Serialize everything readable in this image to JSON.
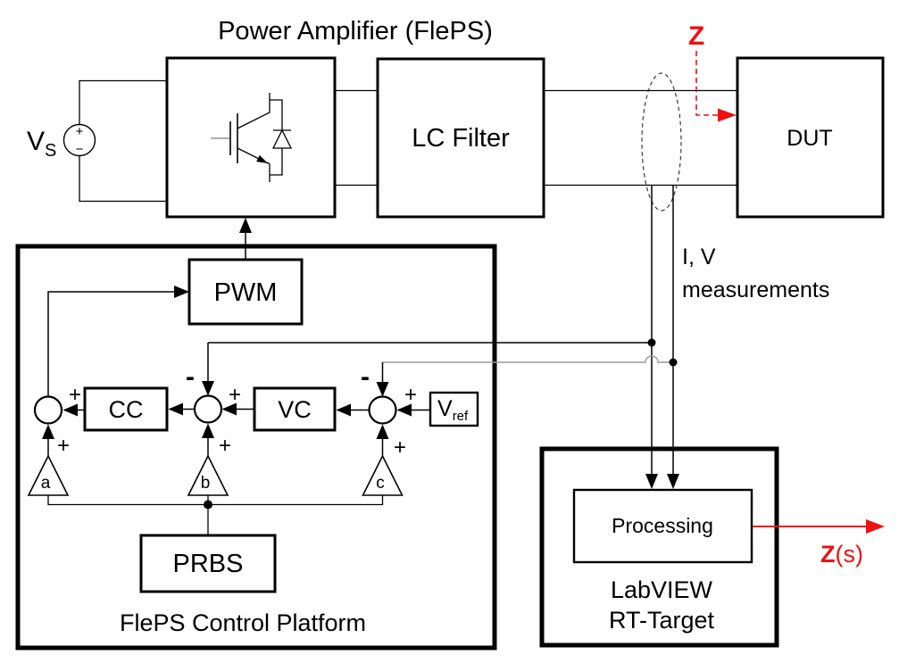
{
  "title": "Power Amplifier (FlePS)",
  "colors": {
    "accent_red": "#ee1111",
    "wire_gray": "#9a9a9a",
    "line_black": "#000000"
  },
  "source": {
    "name": "V",
    "sub": "S",
    "plus": "+",
    "minus": "−"
  },
  "blocks": {
    "lc_filter": "LC Filter",
    "dut": "DUT",
    "pwm": "PWM",
    "cc": "CC",
    "vc": "VC",
    "vref_name": "V",
    "vref_sub": "ref",
    "prbs": "PRBS",
    "processing": "Processing"
  },
  "containers": {
    "control_platform": "FlePS Control Platform",
    "labview_line1": "LabVIEW",
    "labview_line2": "RT-Target"
  },
  "gains": {
    "a": "a",
    "b": "b",
    "c": "c"
  },
  "signs": {
    "plus": "+",
    "minus": "-"
  },
  "annotations": {
    "z_probe": "Z",
    "z_result": "Z",
    "z_result_suffix": "(s)",
    "iv_line1": "I, V",
    "iv_line2": "measurements"
  }
}
